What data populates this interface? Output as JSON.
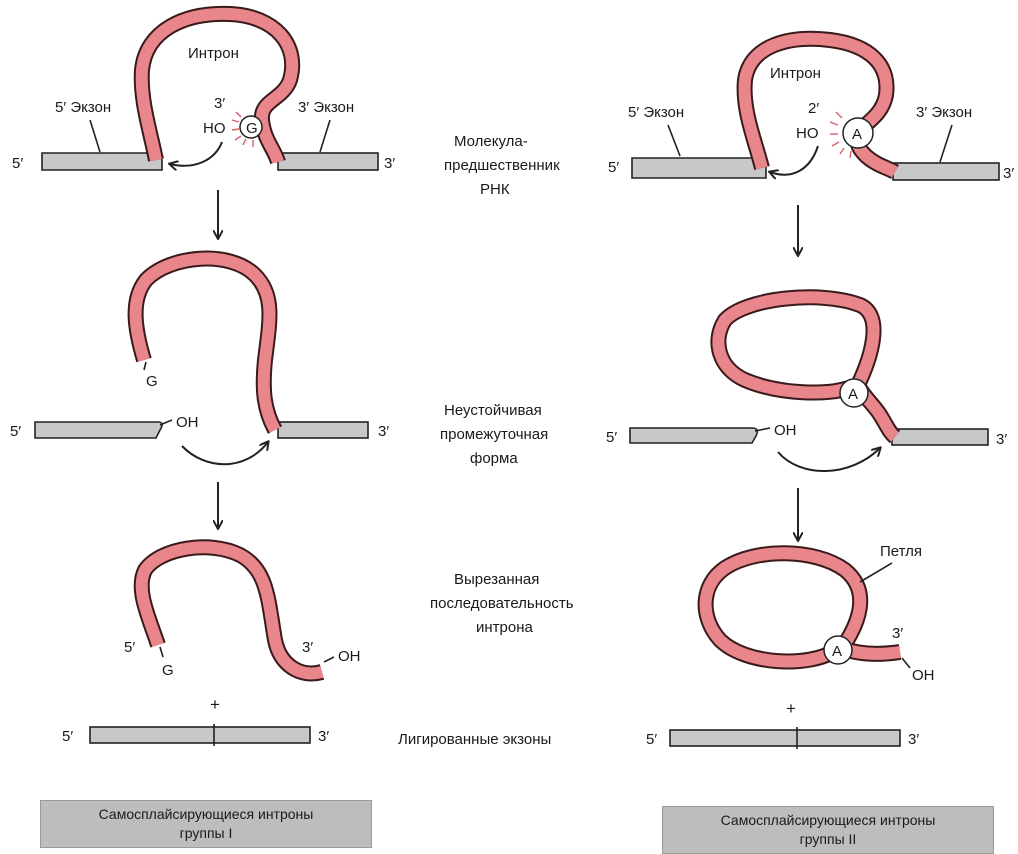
{
  "labels": {
    "intron": "Интрон",
    "exon5": "5′ Экзон",
    "exon3": "3′ Экзон",
    "p5": "5′",
    "p3": "3′",
    "p2": "2′",
    "ho": "HO",
    "oh": "OH",
    "g": "G",
    "a": "A",
    "plus": "+",
    "loop": "Петля"
  },
  "middle": {
    "precursor": [
      "Молекула-",
      "предшественник",
      "РНК"
    ],
    "intermediate": [
      "Неустойчивая",
      "промежуточная",
      "форма"
    ],
    "excised": [
      "Вырезанная",
      "последовательность",
      "интрона"
    ],
    "ligated": "Лигированные экзоны"
  },
  "captions": {
    "group1": [
      "Самосплайсирующиеся интроны",
      "группы I"
    ],
    "group2": [
      "Самосплайсирующиеся интроны",
      "группы  II"
    ]
  },
  "colors": {
    "intron": "#e8868c",
    "exon": "#c8c8c8",
    "caption_bg": "#bdbdbd"
  }
}
